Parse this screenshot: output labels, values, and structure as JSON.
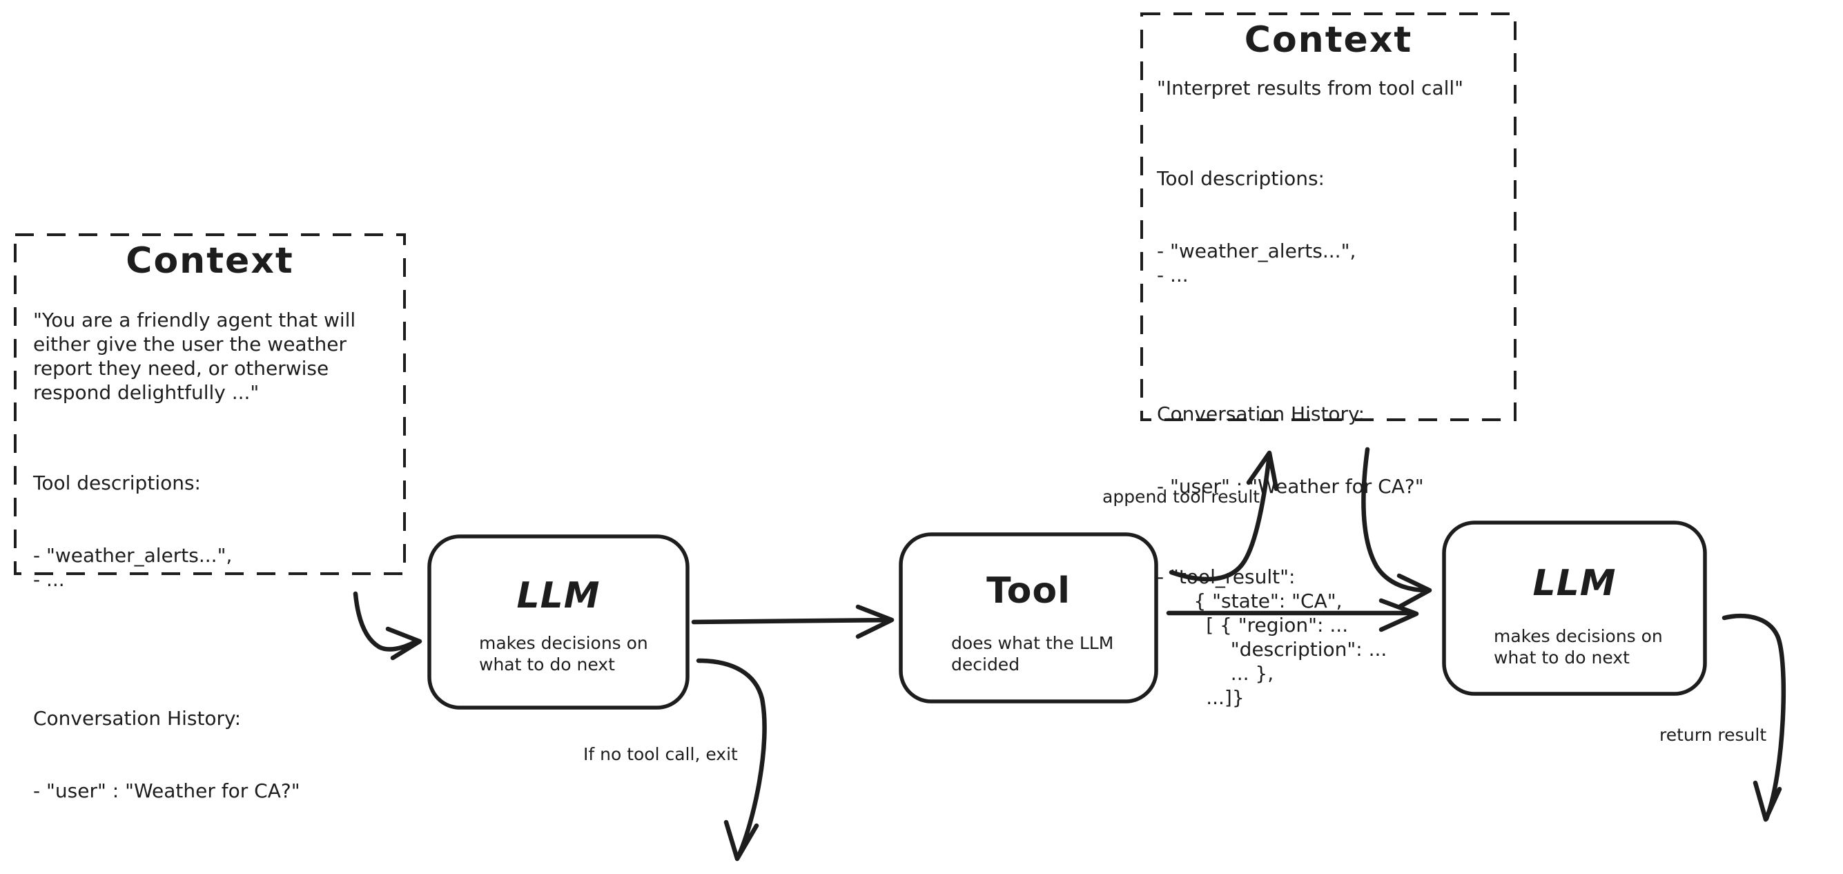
{
  "canvas": {
    "background": "#ffffff",
    "ink": "#1d1d1d"
  },
  "nodes": {
    "context_initial": {
      "title": "Context",
      "system_prompt": "\"You are a friendly agent that will\neither give the user the weather\nreport they need, or otherwise\nrespond delightfully ...\"",
      "tool_descriptions_heading": "Tool descriptions:",
      "tool_descriptions_items": "- \"weather_alerts...\",\n- ...",
      "history_heading": "Conversation History:",
      "history_user": "- \"user\" : \"Weather for CA?\""
    },
    "llm_first": {
      "title": "LLM",
      "subtitle": "makes decisions on\nwhat to do next"
    },
    "tool": {
      "title": "Tool",
      "subtitle": "does what the LLM\ndecided"
    },
    "context_updated": {
      "title": "Context",
      "system_prompt": "\"Interpret results from tool call\"",
      "tool_descriptions_heading": "Tool descriptions:",
      "tool_descriptions_items": "- \"weather_alerts...\",\n- ...",
      "history_heading": "Conversation History:",
      "history_user": "- \"user\" : \"Weather for CA?\"",
      "history_tool_result": "- \"tool_result\":\n      { \"state\": \"CA\",\n        [ { \"region\": ...\n            \"description\": ...\n            ... },\n        ...]}"
    },
    "llm_second": {
      "title": "LLM",
      "subtitle": "makes decisions on\nwhat to do next"
    }
  },
  "edge_labels": {
    "append_tool_result": "append tool result",
    "no_tool_call_exit": "If no tool call, exit",
    "return_result": "return result"
  }
}
